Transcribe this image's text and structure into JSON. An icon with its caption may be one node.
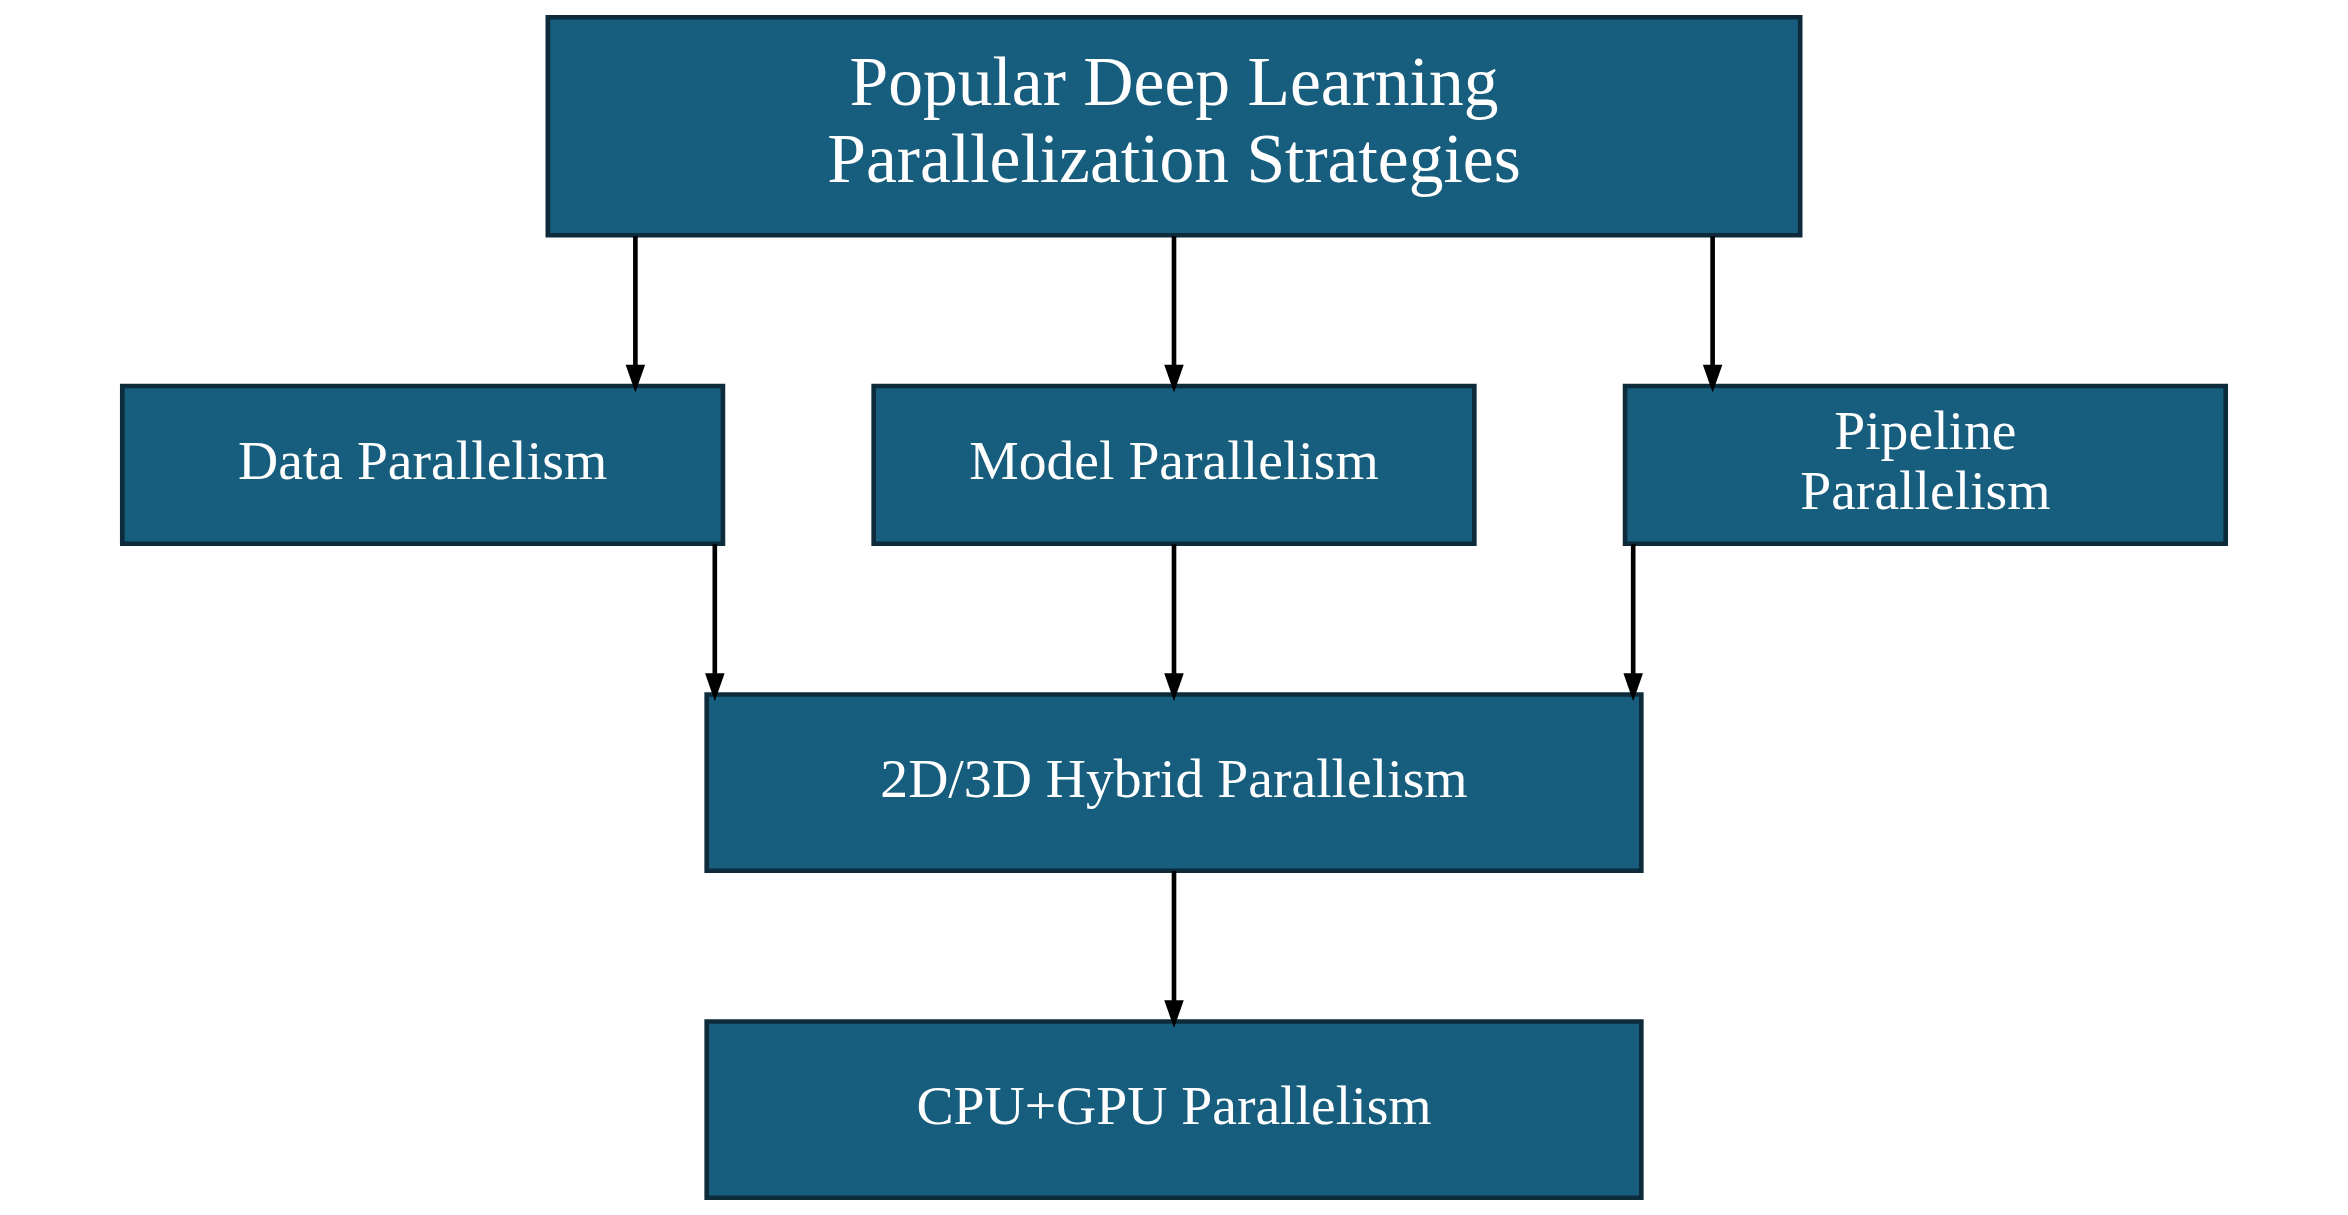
{
  "diagram": {
    "nodes": [
      {
        "text": [
          "Popular Deep Learning Parallelization Strategies"
        ]
      },
      {
        "text": [
          "Data Parallelism"
        ]
      },
      {
        "text": [
          "Model Parallelism"
        ]
      },
      {
        "text": [
          "Pipeline Parallelism"
        ]
      },
      {
        "text": [
          "2D/3D Hybrid Parallelism"
        ]
      },
      {
        "text": [
          "CPU+GPU Parallelism"
        ]
      }
    ],
    "edges": [
      {
        "from": 0,
        "to": 1,
        "arrow": "to"
      },
      {
        "from": 0,
        "to": 2,
        "arrow": "to"
      },
      {
        "from": 0,
        "to": 3,
        "arrow": "to"
      },
      {
        "from": 1,
        "to": 4,
        "arrow": "to"
      },
      {
        "from": 2,
        "to": 4,
        "arrow": "to"
      },
      {
        "from": 3,
        "to": 4,
        "arrow": "to"
      },
      {
        "from": 4,
        "to": 5,
        "arrow": "to"
      }
    ]
  }
}
